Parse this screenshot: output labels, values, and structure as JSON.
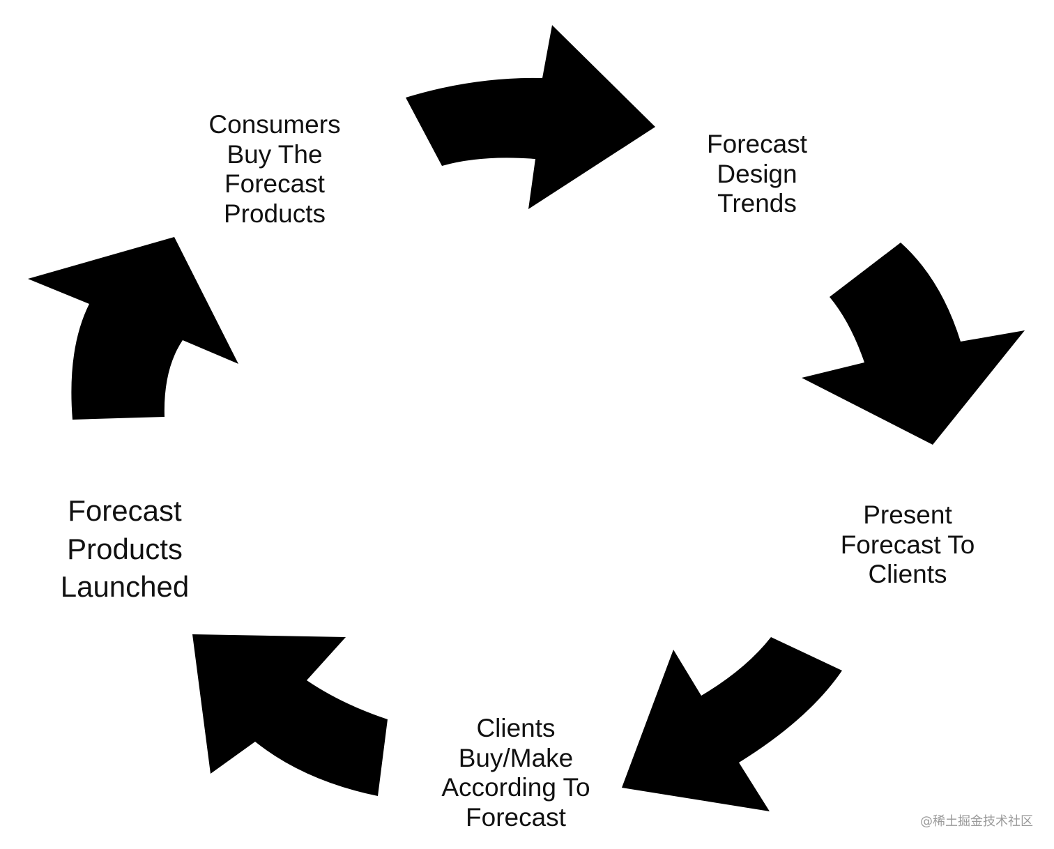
{
  "colors": {
    "arrow": "#000000",
    "text": "#111111",
    "background": "#ffffff",
    "watermark": "#9a9a9a"
  },
  "stages": [
    {
      "lines": [
        "Consumers",
        "Buy The",
        "Forecast",
        "Products"
      ]
    },
    {
      "lines": [
        "Forecast",
        "Design",
        "Trends"
      ]
    },
    {
      "lines": [
        "Present",
        "Forecast To",
        "Clients"
      ]
    },
    {
      "lines": [
        "Clients",
        "Buy/Make",
        "According To",
        "Forecast"
      ]
    },
    {
      "lines": [
        "Forecast",
        "Products",
        "Launched"
      ]
    }
  ],
  "arrows": [
    {
      "from": "Consumers Buy The Forecast Products",
      "to": "Forecast Design Trends",
      "icon": "curved-arrow-icon"
    },
    {
      "from": "Forecast Design Trends",
      "to": "Present Forecast To Clients",
      "icon": "curved-arrow-icon"
    },
    {
      "from": "Present Forecast To Clients",
      "to": "Clients Buy/Make According To Forecast",
      "icon": "curved-arrow-icon"
    },
    {
      "from": "Clients Buy/Make According To Forecast",
      "to": "Forecast Products Launched",
      "icon": "curved-arrow-icon"
    },
    {
      "from": "Forecast Products Launched",
      "to": "Consumers Buy The Forecast Products",
      "icon": "curved-arrow-icon"
    }
  ],
  "watermark": "@稀土掘金技术社区"
}
